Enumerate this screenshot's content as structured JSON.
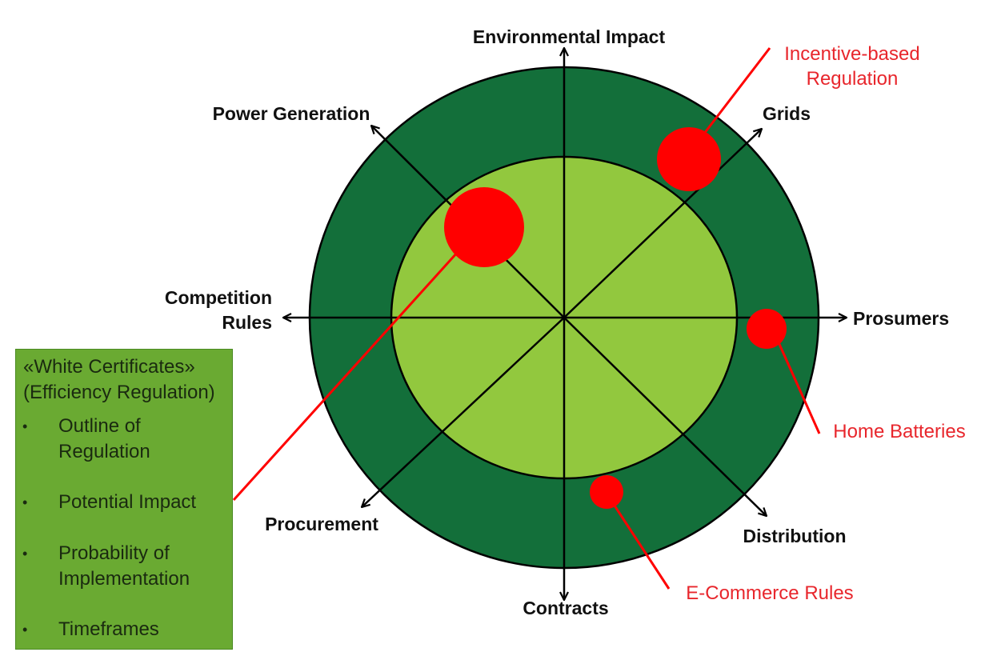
{
  "diagram": {
    "axes": [
      {
        "id": "environmental-impact",
        "label_lines": [
          "Environmental Impact"
        ]
      },
      {
        "id": "grids",
        "label_lines": [
          "Grids"
        ]
      },
      {
        "id": "prosumers",
        "label_lines": [
          "Prosumers"
        ]
      },
      {
        "id": "distribution",
        "label_lines": [
          "Distribution"
        ]
      },
      {
        "id": "contracts",
        "label_lines": [
          "Contracts"
        ]
      },
      {
        "id": "procurement",
        "label_lines": [
          "Procurement"
        ]
      },
      {
        "id": "competition-rules",
        "label_lines": [
          "Competition",
          "Rules"
        ]
      },
      {
        "id": "power-generation",
        "label_lines": [
          "Power Generation"
        ]
      }
    ],
    "callouts": [
      {
        "id": "incentive-based-regulation",
        "label_lines": [
          "Incentive-based",
          "Regulation"
        ]
      },
      {
        "id": "home-batteries",
        "label_lines": [
          "Home Batteries"
        ]
      },
      {
        "id": "e-commerce-rules",
        "label_lines": [
          "E-Commerce Rules"
        ]
      }
    ],
    "colors": {
      "outer_ring": "#136f3a",
      "inner_disk": "#92c83e",
      "marker": "#ff0000",
      "callout_text": "#e8262c",
      "axis": "#000000"
    }
  },
  "infobox": {
    "title_lines": [
      "«White Certificates»",
      "(Efficiency Regulation)"
    ],
    "items": [
      {
        "lines": [
          "Outline of",
          "Regulation"
        ]
      },
      {
        "lines": [
          "Potential Impact"
        ]
      },
      {
        "lines": [
          "Probability of",
          "Implementation"
        ]
      },
      {
        "lines": [
          "Timeframes"
        ]
      }
    ],
    "bullet": "•"
  }
}
